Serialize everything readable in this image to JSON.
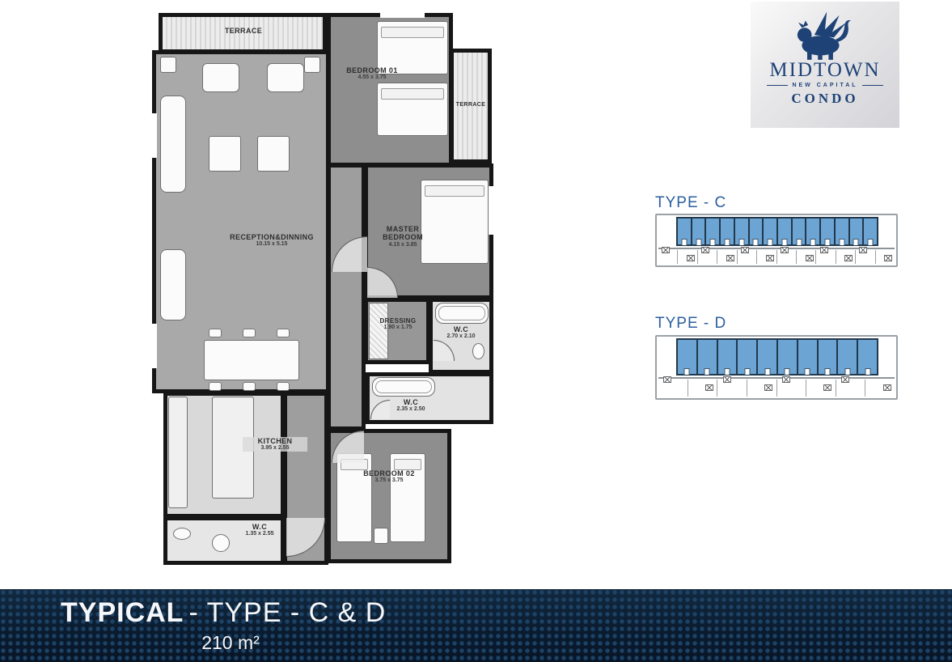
{
  "logo": {
    "name": "MIDTOWN",
    "subtitle": "NEW CAPITAL",
    "product": "CONDO"
  },
  "plan": {
    "rooms": [
      {
        "id": "terrace-top",
        "name": "TERRACE",
        "dims": ""
      },
      {
        "id": "bedroom-01",
        "name": "BEDROOM 01",
        "dims": "4.55 x 3.75"
      },
      {
        "id": "terrace-right",
        "name": "TERRACE",
        "dims": ""
      },
      {
        "id": "reception",
        "name": "RECEPTION&DINNING",
        "dims": "10.15 x 5.15"
      },
      {
        "id": "master",
        "name": "MASTER BEDROOM",
        "dims": "4.15 x 3.85"
      },
      {
        "id": "dressing",
        "name": "DRESSING",
        "dims": "1.90 x 1.75"
      },
      {
        "id": "wc-master",
        "name": "W.C",
        "dims": "2.70 x 2.10"
      },
      {
        "id": "wc-mid",
        "name": "W.C",
        "dims": "2.35 x 2.50"
      },
      {
        "id": "kitchen",
        "name": "KITCHEN",
        "dims": "3.95 x 2.55"
      },
      {
        "id": "bedroom-02",
        "name": "BEDROOM 02",
        "dims": "3.75 x 3.75"
      },
      {
        "id": "wc-bottom",
        "name": "W.C",
        "dims": "1.35 x 2.55"
      }
    ]
  },
  "types": [
    {
      "label": "TYPE - C",
      "highlighted_units": 14,
      "lower_units": 12
    },
    {
      "label": "TYPE - D",
      "highlighted_units": 10,
      "lower_units": 8
    }
  ],
  "banner": {
    "title_bold": "TYPICAL",
    "title_rest": "- TYPE - C & D",
    "area": "210 m²"
  },
  "colors": {
    "accent_blue": "#2b5f9e",
    "unit_blue": "#6ca4d3",
    "banner_navy": "#0b1c30",
    "logo_navy": "#1e4276",
    "wall_black": "#161616"
  }
}
